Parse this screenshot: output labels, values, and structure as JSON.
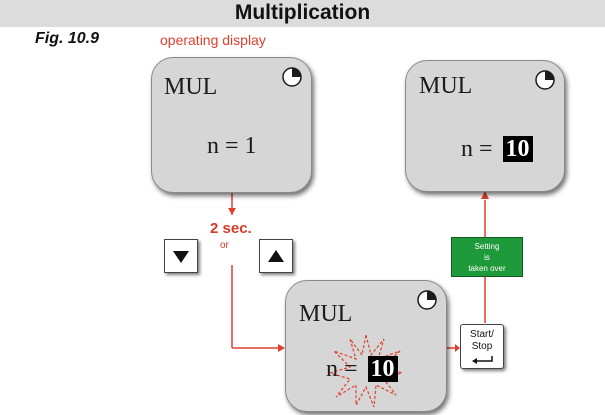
{
  "header": {
    "title": "Multiplication"
  },
  "figure": {
    "label": "Fig. 10.9",
    "operating_label": "operating display"
  },
  "panels": {
    "operating": {
      "title": "MUL",
      "value_prefix": "n =",
      "value": "1"
    },
    "result": {
      "title": "MUL",
      "value_prefix": "n =",
      "value": "10"
    },
    "editing": {
      "title": "MUL",
      "value_prefix": "n =",
      "value": "10"
    }
  },
  "keys": {
    "down_icon": "arrow-down",
    "up_icon": "arrow-up"
  },
  "labels": {
    "hold_time": "2 sec.",
    "or": "or",
    "taken_over_1": "Setting",
    "taken_over_2": "is",
    "taken_over_3": "taken over",
    "start_stop_1": "Start/",
    "start_stop_2": "Stop"
  },
  "colors": {
    "arrow": "#e0402e",
    "panel": "#d6d6d6",
    "confirm": "#1f9a3a"
  }
}
